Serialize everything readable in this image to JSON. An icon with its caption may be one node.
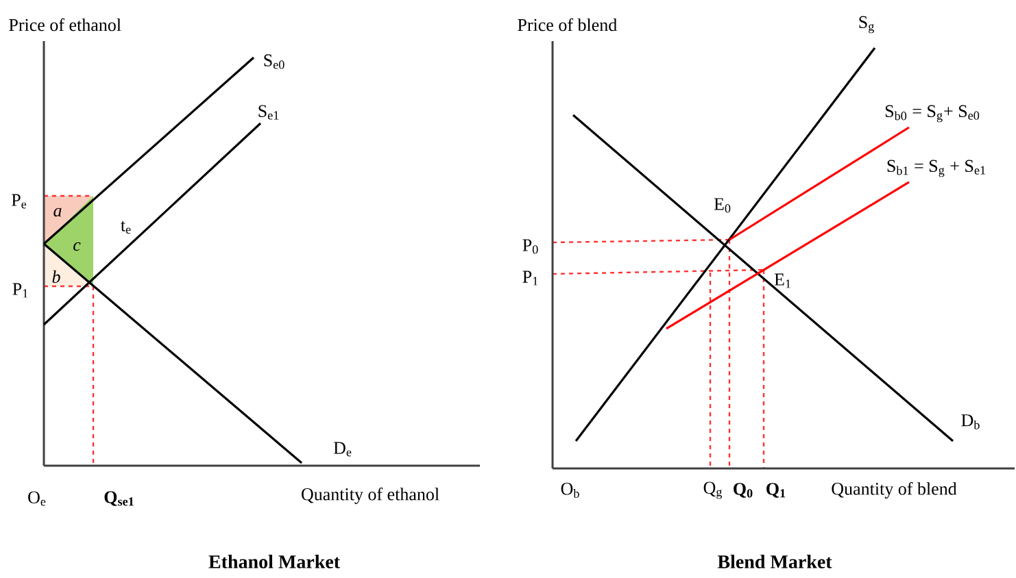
{
  "diagram": {
    "labels": [
      "Price of ethanol",
      "S$_{e0}$",
      "S$_{e1}$",
      "P$_{e}$",
      "a",
      "t$_{e}$",
      "c",
      "b",
      "P$_{1}$",
      "D$_{e}$",
      "O$_{e}$",
      "Q$_{se1}$",
      "Quantity of ethanol",
      "Ethanol Market",
      "Price of blend",
      "S$_{g}$",
      "S$_{b0}$ = S$_{g}$+ S$_{e0}$",
      "E$_{0}$",
      "S$_{b1}$ = S$_{g}$ + S$_{e1}$",
      "P$_{0}$",
      "P$_{1}$",
      "E$_{1}$",
      "D$_{b}$",
      "O$_{b}$",
      "Q$_{g}$",
      "Q$_{0}$",
      "Q$_{1}$",
      "Quantity of blend",
      "Blend Market"
    ]
  }
}
